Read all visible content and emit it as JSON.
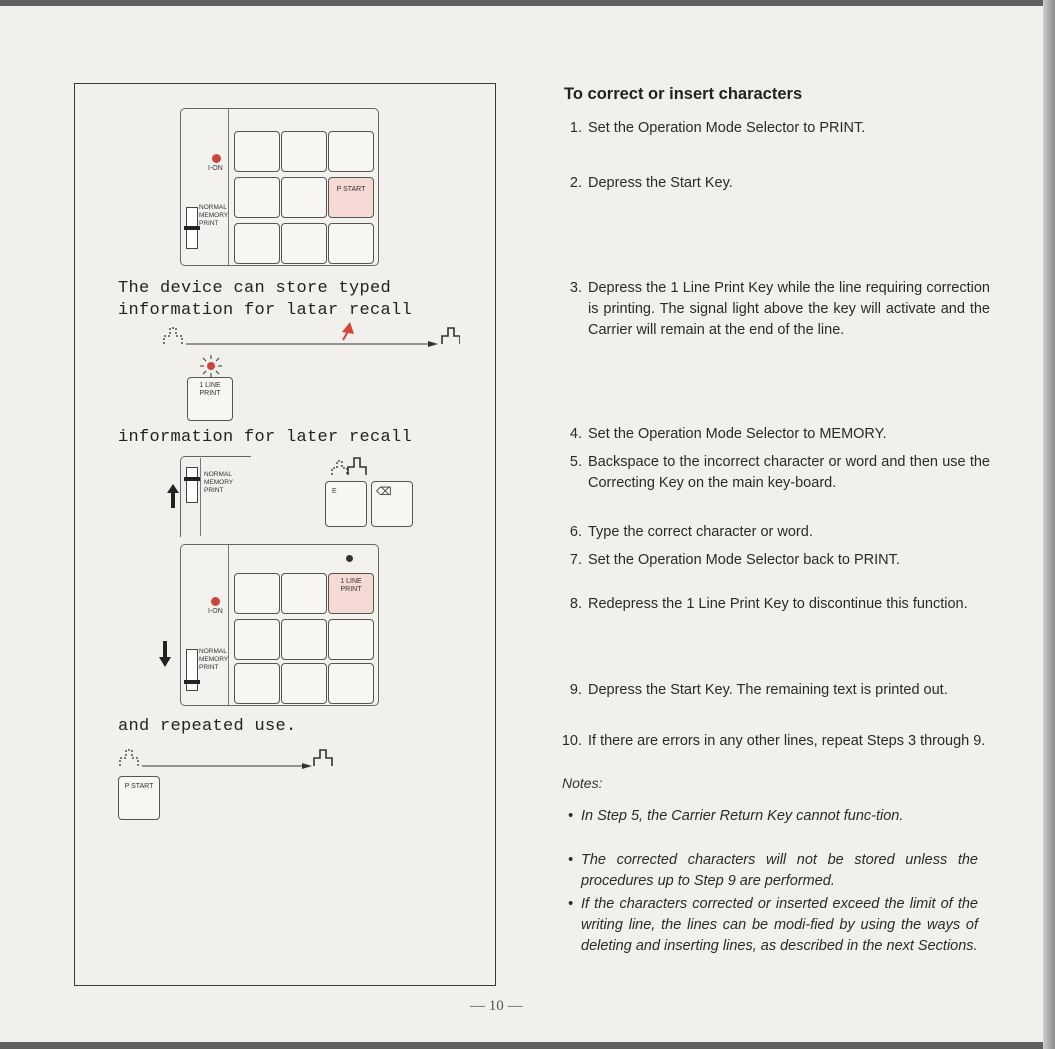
{
  "heading": "To correct or insert characters",
  "steps": [
    {
      "num": "1.",
      "text": "Set the Operation Mode Selector to PRINT."
    },
    {
      "num": "2.",
      "text": "Depress the Start Key."
    },
    {
      "num": "3.",
      "text": "Depress the 1 Line Print Key while the line requiring correction is printing. The signal light above the key will activate and the Carrier will remain at the end of the line."
    },
    {
      "num": "4.",
      "text": "Set the Operation Mode Selector to MEMORY."
    },
    {
      "num": "5.",
      "text": "Backspace to the incorrect character or word and then use the Correcting Key on the main key-board."
    },
    {
      "num": "6.",
      "text": "Type the correct character or word."
    },
    {
      "num": "7.",
      "text": "Set the Operation Mode Selector back to PRINT."
    },
    {
      "num": "8.",
      "text": "Redepress the 1 Line Print Key to discontinue this function."
    },
    {
      "num": "9.",
      "text": "Depress the Start Key. The remaining text is printed out."
    },
    {
      "num": "10.",
      "text": "If there are errors in any other lines, repeat Steps 3 through 9."
    }
  ],
  "notes_title": "Notes:",
  "notes": [
    "In Step 5, the Carrier Return Key cannot func-tion.",
    "The corrected characters will not be stored unless the procedures up to Step 9 are performed.",
    "If the characters corrected or inserted exceed the limit of the writing line, the lines can be modi-fied by using the ways of deleting and inserting lines, as described in the next Sections."
  ],
  "bullet": "•",
  "page_number": "— 10 —",
  "illustration": {
    "line1": "The device can store typed",
    "line2": "information for latar recall",
    "line3": "information for later recall",
    "line4": "and repeated use.",
    "ion_label": "I-ON",
    "selector": [
      "NORMAL",
      "MEMORY",
      "PRINT"
    ],
    "start_key": "P START",
    "one_line_key": [
      "1 LINE",
      "PRINT"
    ],
    "e_key": "E",
    "correct_key": "⌫"
  },
  "colors": {
    "pink_key": "#f4d9d4",
    "red_led": "#c9463c",
    "red_arrow": "#d8443a"
  }
}
